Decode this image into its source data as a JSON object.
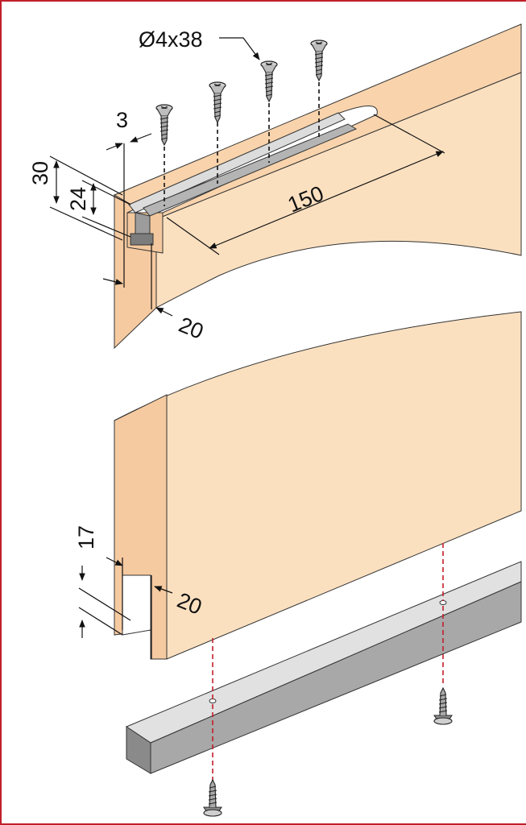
{
  "diagram": {
    "labels": {
      "screw_spec": "Ø4x38",
      "groove_offset": "3",
      "height_outer": "30",
      "height_inner": "24",
      "slot_length": "150",
      "top_thickness": "20",
      "bottom_groove": "17",
      "bottom_thickness": "20"
    },
    "colors": {
      "door_face": "#fbe0c0",
      "door_edge": "#f6caa0",
      "door_top": "#f8d3ac",
      "rail_light": "#dcdcdc",
      "rail_mid": "#b4b4b4",
      "rail_dark": "#7c7c7c",
      "frame": "#c0202a",
      "guide_dash": "#c0202a"
    },
    "icons": [
      "countersunk-screw-icon",
      "guide-rail-icon",
      "top-track-icon"
    ]
  }
}
